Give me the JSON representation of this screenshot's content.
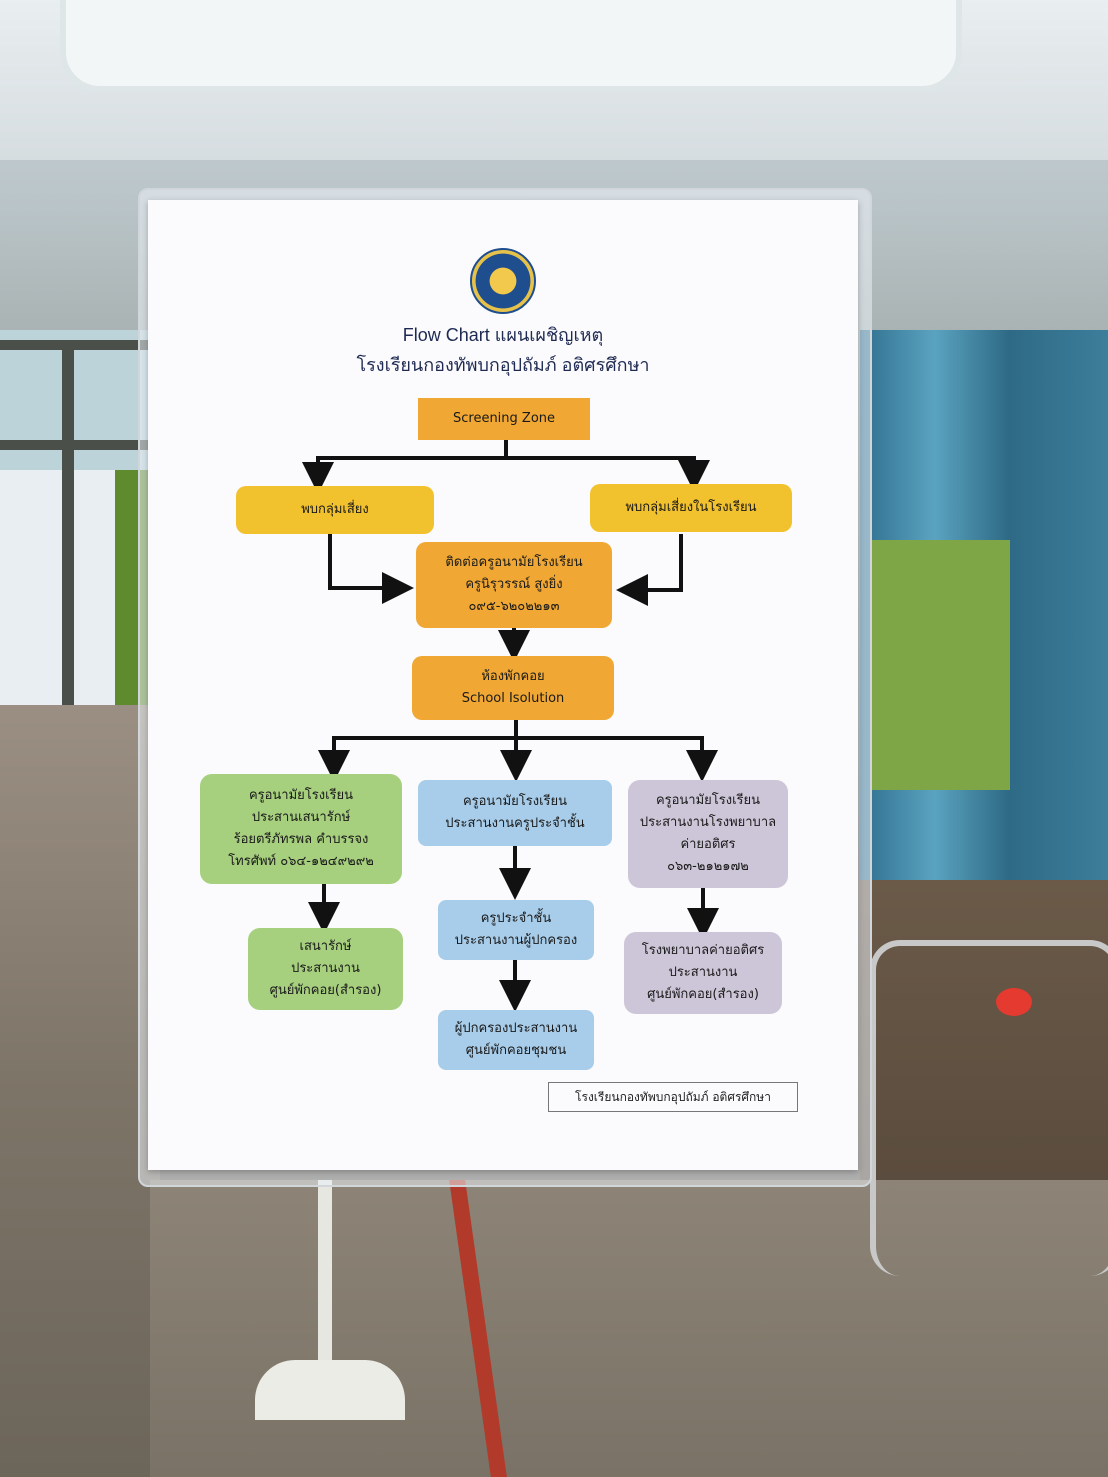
{
  "header": {
    "title": "Flow Chart แผนเผชิญเหตุ",
    "school": "โรงเรียนกองทัพบกอุปถัมภ์   อติศรศึกษา"
  },
  "nodes": {
    "screening": "Screening Zone",
    "risk_group": "พบกลุ่มเสี่ยง",
    "risk_group_school": "พบกลุ่มเสี่ยงในโรงเรียน",
    "contact": [
      "ติดต่อครูอนามัยโรงเรียน",
      "ครูนิรุวรรณ์ สูงยิ่ง",
      "๐๙๕-๖๒๐๒๒๑๓"
    ],
    "isolation": [
      "ห้องพักคอย",
      "School Isolution"
    ],
    "green_top": [
      "ครูอนามัยโรงเรียน",
      "ประสานเสนารักษ์",
      "ร้อยตรีภัทรพล  คำบรรจง",
      "โทรศัพท์ ๐๖๔-๑๒๔๙๒๙๒"
    ],
    "green_bottom": [
      "เสนารักษ์",
      "ประสานงาน",
      "ศูนย์พักคอย(สำรอง)"
    ],
    "blue_top": [
      "ครูอนามัยโรงเรียน",
      "ประสานงานครูประจำชั้น"
    ],
    "blue_mid": [
      "ครูประจำชั้น",
      "ประสานงานผู้ปกครอง"
    ],
    "blue_bottom": [
      "ผู้ปกครองประสานงาน",
      "ศูนย์พักคอยชุมชน"
    ],
    "purple_top": [
      "ครูอนามัยโรงเรียน",
      "ประสานงานโรงพยาบาล",
      "ค่ายอติศร",
      "๐๖๓-๒๑๒๑๗๒"
    ],
    "purple_bottom": [
      "โรงพยาบาลค่ายอติศร",
      "ประสานงาน",
      "ศูนย์พักคอย(สำรอง)"
    ]
  },
  "footer": "โรงเรียนกองทัพบกอุปถัมภ์ อติศรศึกษา",
  "colors": {
    "orange": "#f0a733",
    "yellow": "#f2c12e",
    "green": "#a6cf7e",
    "blue": "#a8cdea",
    "purple": "#cdc6d8"
  }
}
